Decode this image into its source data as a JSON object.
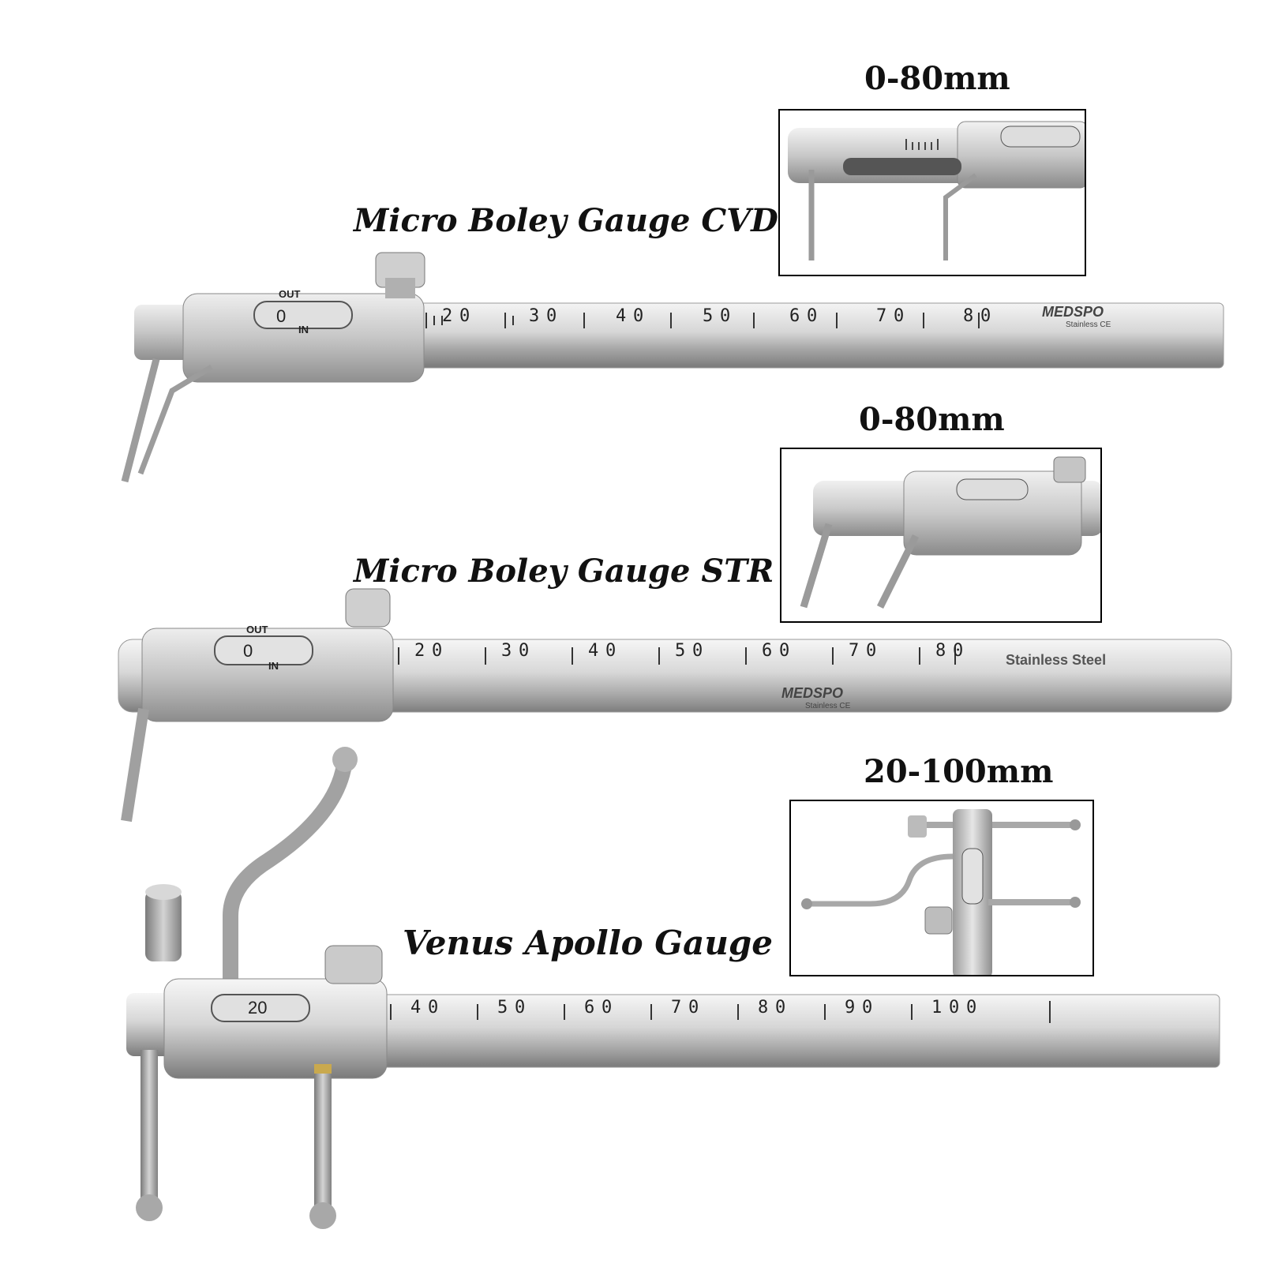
{
  "products": [
    {
      "name": "Micro Boley Gauge CVD",
      "range": "0-80mm",
      "scale_labels": [
        "2",
        "0",
        "3",
        "0",
        "4",
        "0",
        "5",
        "0",
        "6",
        "0",
        "7",
        "0",
        "8",
        "0"
      ],
      "window": {
        "top": "OUT",
        "bottom": "IN",
        "value": "0"
      },
      "brand": "MEDSPO",
      "brand_sub": "Stainless CE"
    },
    {
      "name": "Micro Boley Gauge STR",
      "range": "0-80mm",
      "scale_labels": [
        "2",
        "0",
        "3",
        "0",
        "4",
        "0",
        "5",
        "0",
        "6",
        "0",
        "7",
        "0",
        "8",
        "0"
      ],
      "window": {
        "top": "OUT",
        "bottom": "IN",
        "value": "0"
      },
      "engraving": "Stainless Steel",
      "brand": "MEDSPO",
      "brand_sub": "Stainless CE"
    },
    {
      "name": "Venus Apollo Gauge",
      "range": "20-100mm",
      "scale_labels": [
        "4",
        "0",
        "5",
        "0",
        "6",
        "0",
        "7",
        "0",
        "8",
        "0",
        "9",
        "0",
        "1",
        "0",
        "0"
      ],
      "window": {
        "value": "20"
      }
    }
  ],
  "colors": {
    "steel_light": "#e6e6e6",
    "steel_mid": "#bdbdbd",
    "steel_dark": "#7d7d7d",
    "ink": "#222222"
  }
}
